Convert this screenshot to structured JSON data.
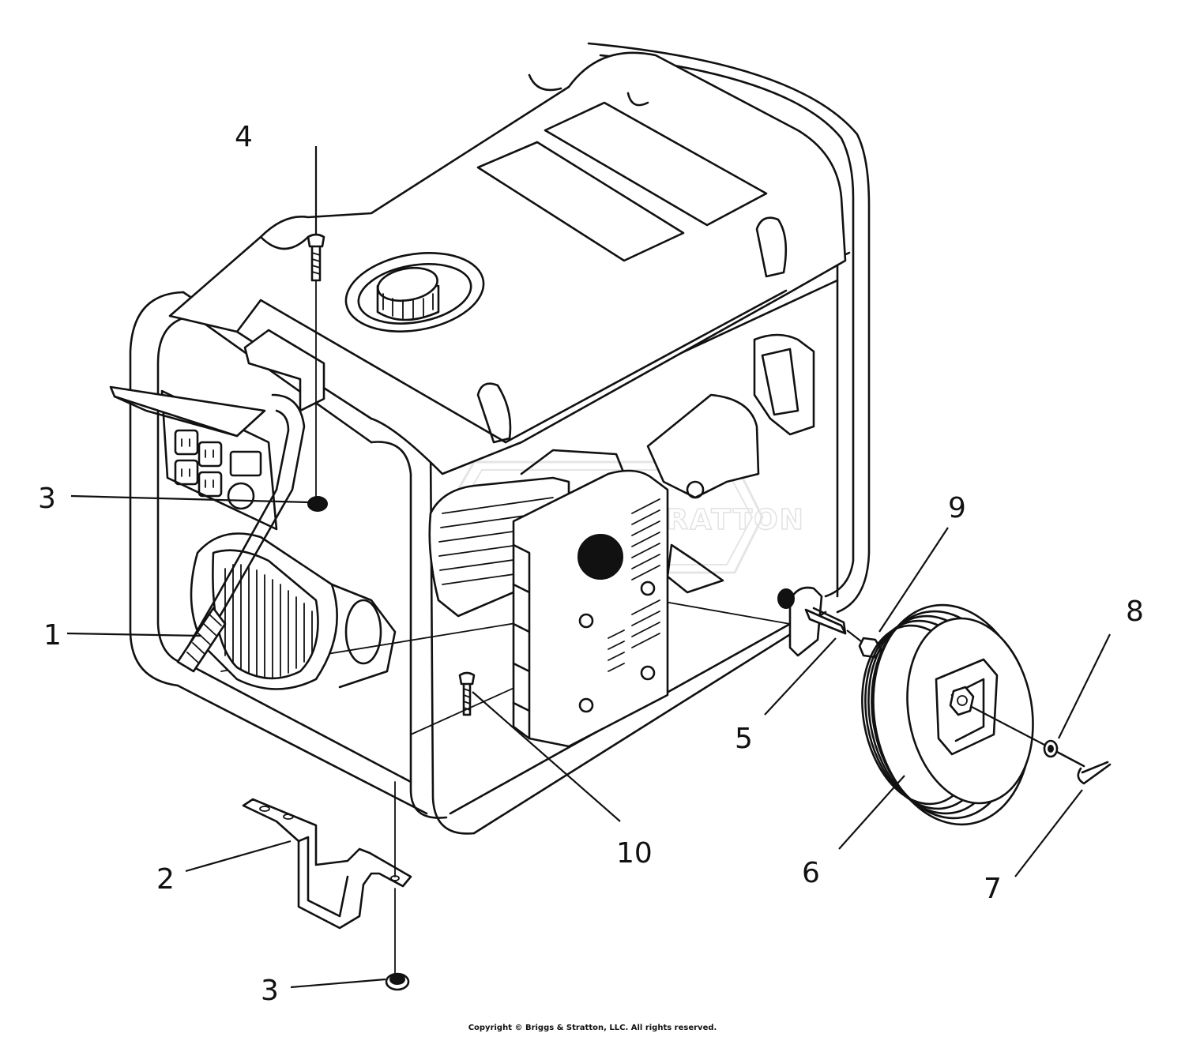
{
  "diagram": {
    "type": "exploded-parts-view",
    "watermark": "BRIGGS&STRATTON",
    "callouts": {
      "c1": "1",
      "c2": "2",
      "c3a": "3",
      "c3b": "3",
      "c4": "4",
      "c5": "5",
      "c6": "6",
      "c7": "7",
      "c8": "8",
      "c9": "9",
      "c10": "10"
    }
  },
  "footer": {
    "copyright": "Copyright © Briggs & Stratton, LLC. All rights reserved."
  }
}
